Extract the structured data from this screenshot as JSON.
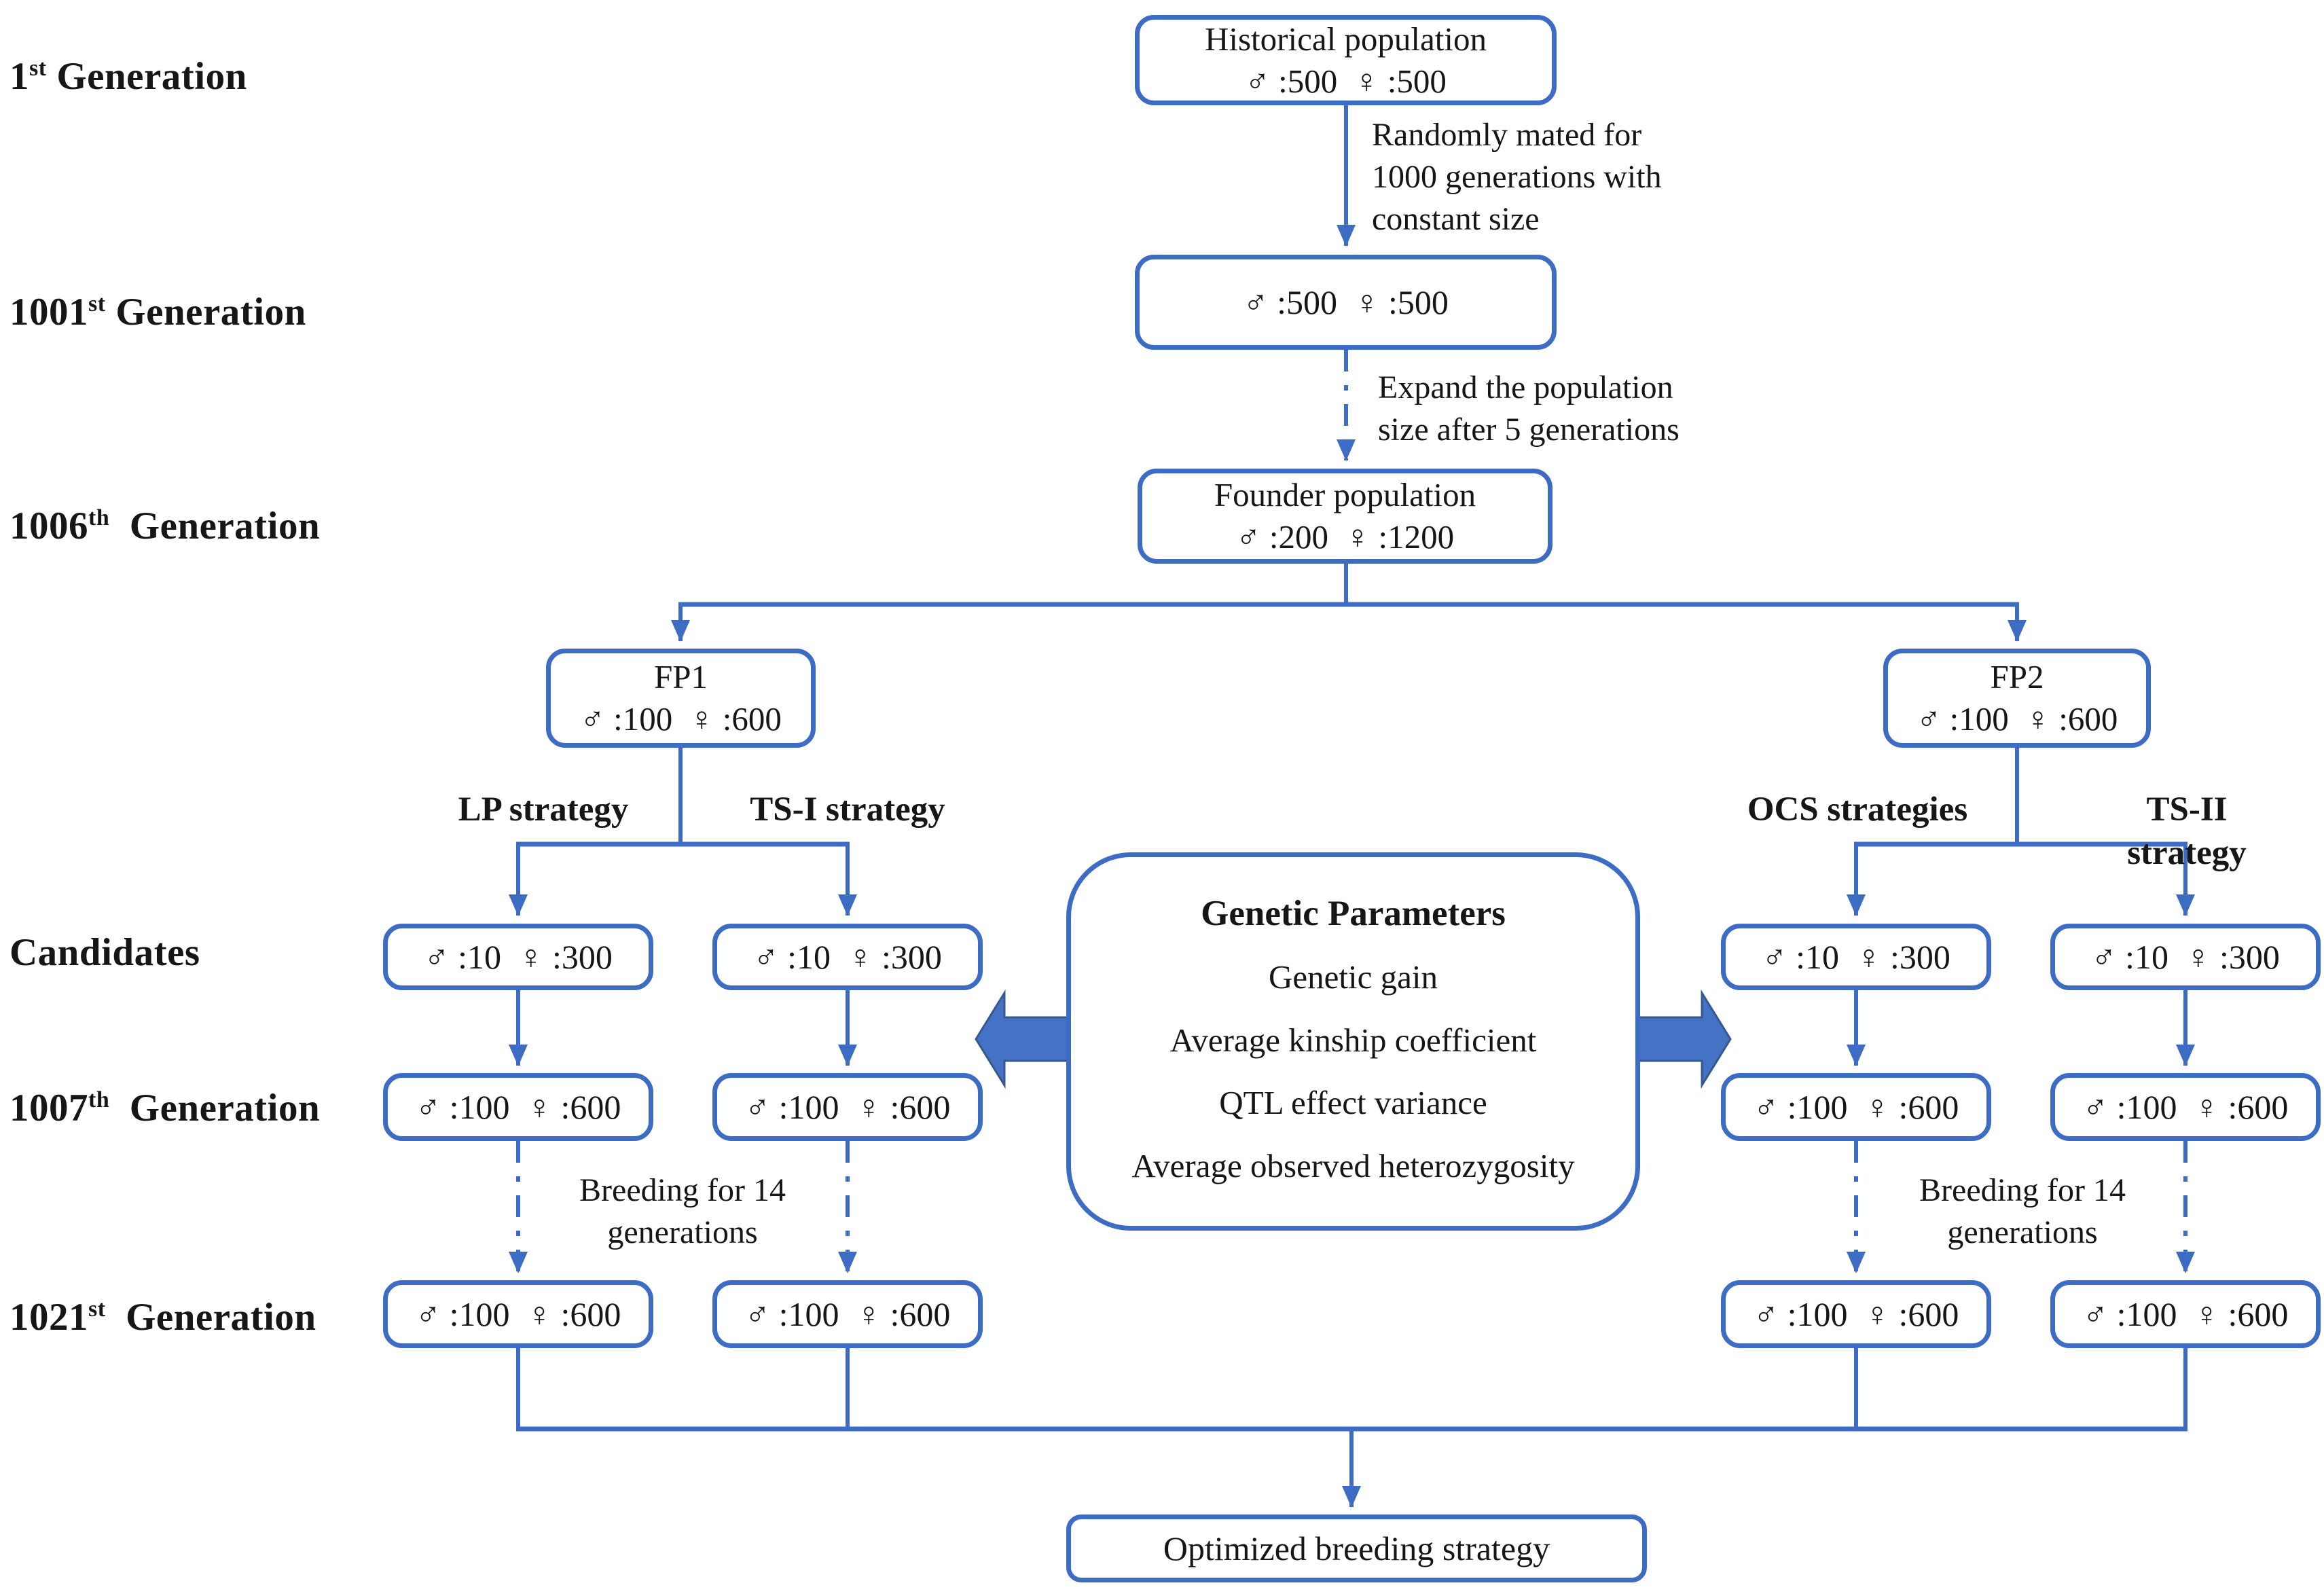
{
  "colors": {
    "line_blue": "#3d6cc4",
    "block_arrow_fill": "#4472c4",
    "block_arrow_border": "#35598f",
    "text": "#161616",
    "background": "#ffffff"
  },
  "row_labels": [
    {
      "num": "1",
      "sup": "st",
      "rest": " Generation"
    },
    {
      "num": "1001",
      "sup": "st",
      "rest": " Generation"
    },
    {
      "num": "1006",
      "sup": "th",
      "rest": "  Generation"
    },
    {
      "num": "Candidates",
      "sup": "",
      "rest": ""
    },
    {
      "num": "1007",
      "sup": "th",
      "rest": "  Generation"
    },
    {
      "num": "1021",
      "sup": "st",
      "rest": "  Generation"
    }
  ],
  "boxes": {
    "historical": {
      "title": "Historical population",
      "counts": "♂ :500  ♀ :500"
    },
    "gen1001": {
      "counts": "♂ :500  ♀ :500"
    },
    "founder": {
      "title": "Founder population",
      "counts": "♂ :200  ♀ :1200"
    },
    "fp1": {
      "title": "FP1",
      "counts": "♂ :100  ♀ :600"
    },
    "fp2": {
      "title": "FP2",
      "counts": "♂ :100  ♀ :600"
    },
    "candidates": [
      {
        "counts": "♂ :10  ♀ :300"
      },
      {
        "counts": "♂ :10  ♀ :300"
      },
      {
        "counts": "♂ :10  ♀ :300"
      },
      {
        "counts": "♂ :10  ♀ :300"
      }
    ],
    "gen1007": [
      {
        "counts": "♂ :100  ♀ :600"
      },
      {
        "counts": "♂ :100  ♀ :600"
      },
      {
        "counts": "♂ :100  ♀ :600"
      },
      {
        "counts": "♂ :100  ♀ :600"
      }
    ],
    "gen1021": [
      {
        "counts": "♂ :100  ♀ :600"
      },
      {
        "counts": "♂ :100  ♀ :600"
      },
      {
        "counts": "♂ :100  ♀ :600"
      },
      {
        "counts": "♂ :100  ♀ :600"
      }
    ],
    "optimized": {
      "title": "Optimized breeding strategy"
    }
  },
  "strategy_labels": [
    "LP strategy",
    "TS-I strategy",
    "OCS strategies",
    "TS-II strategy"
  ],
  "annotations": {
    "random_mating": "Randomly mated for\n1000 generations with\nconstant size",
    "expand": "Expand the population\nsize after 5 generations",
    "breeding_left": "Breeding for 14\ngenerations",
    "breeding_right": "Breeding for 14\ngenerations"
  },
  "genetic_parameters": {
    "title": "Genetic Parameters",
    "items": [
      "Genetic gain",
      "Average kinship coefficient",
      "QTL effect variance",
      "Average observed heterozygosity"
    ]
  }
}
